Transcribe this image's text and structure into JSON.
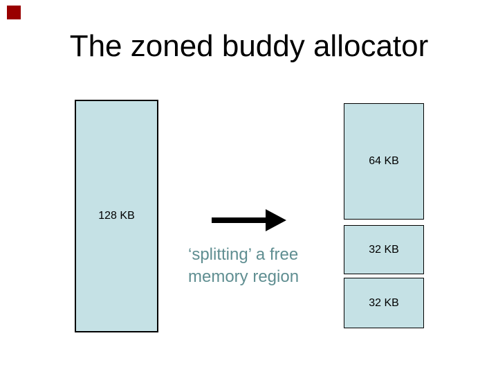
{
  "slide": {
    "title": "The zoned buddy allocator",
    "caption": {
      "line1": "‘splitting’ a free",
      "line2": "memory region"
    }
  },
  "source_block": {
    "label": "128 KB"
  },
  "split_blocks": [
    {
      "label": "64 KB"
    },
    {
      "label": "32 KB"
    },
    {
      "label": "32 KB"
    }
  ],
  "icons": {
    "arrow_right": "right-arrow"
  },
  "colors": {
    "block_fill": "#c5e1e5",
    "block_border": "#000000",
    "corner_marker": "#990000",
    "caption_text": "#5f8e91",
    "title_text": "#000000",
    "background": "#ffffff"
  }
}
